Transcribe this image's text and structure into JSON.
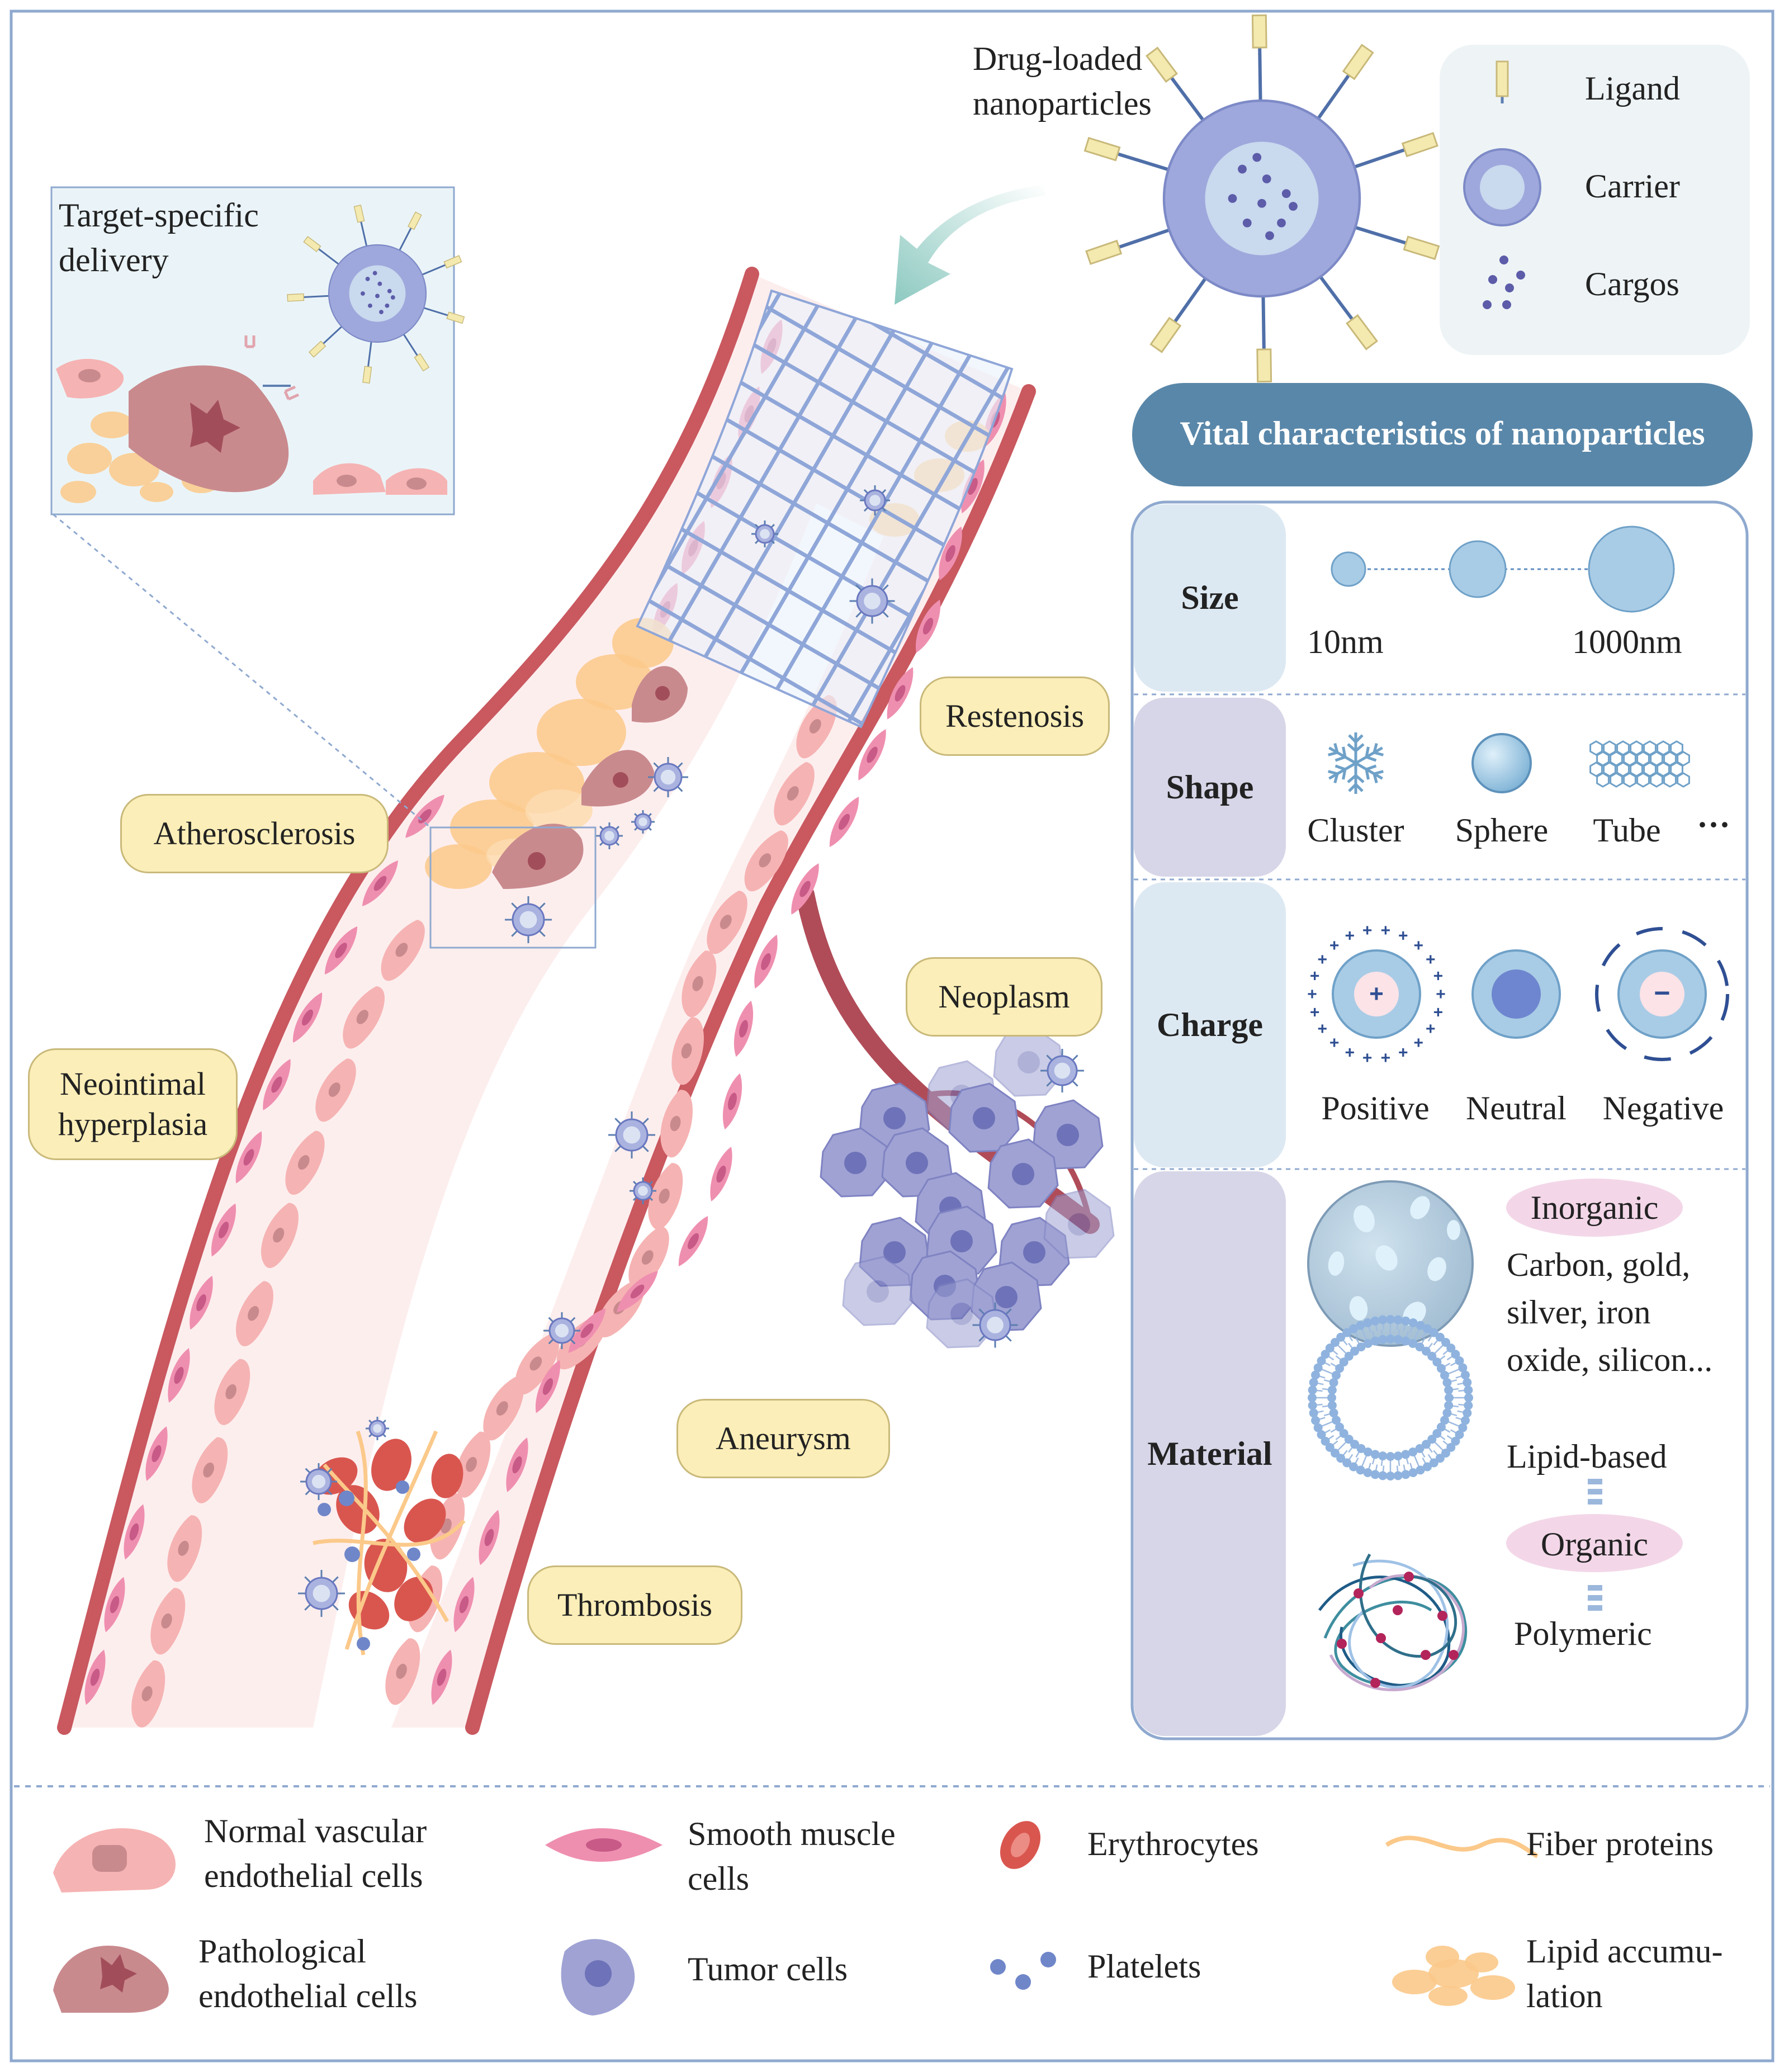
{
  "diagram": {
    "zoom_title": "Target-specific\ndelivery",
    "nanoparticle_title": "Drug-loaded\nnanoparticles",
    "component_legend": [
      "Ligand",
      "Carrier",
      "Cargos"
    ],
    "characteristics_header": "Vital characteristics of nanoparticles",
    "disease_labels": {
      "atherosclerosis": "Atherosclerosis",
      "restenosis": "Restenosis",
      "neoplasm": "Neoplasm",
      "neointimal": "Neointimal\nhyperplasia",
      "aneurysm": "Aneurysm",
      "thrombosis": "Thrombosis"
    },
    "rows": {
      "size": {
        "label": "Size",
        "min": "10nm",
        "max": "1000nm"
      },
      "shape": {
        "label": "Shape",
        "items": [
          "Cluster",
          "Sphere",
          "Tube"
        ],
        "more": "···"
      },
      "charge": {
        "label": "Charge",
        "items": [
          "Positive",
          "Neutral",
          "Negative"
        ],
        "plus": "+",
        "minus": "−"
      },
      "material": {
        "label": "Material",
        "inorganic_tag": "Inorganic",
        "inorganic_text": "Carbon, gold,\nsilver, iron\noxide, silicon...",
        "lipid": "Lipid-based",
        "organic_tag": "Organic",
        "polymeric": "Polymeric"
      }
    },
    "cell_legend": [
      "Normal vascular\nendothelial cells",
      "Smooth muscle\ncells",
      "Erythrocytes",
      "Fiber proteins",
      "Pathological\nendothelial cells",
      "Tumor cells",
      "Platelets",
      "Lipid accumu-\nlation"
    ],
    "colors": {
      "vessel_wall": "#c9585f",
      "endothelial": "#f6b3b3",
      "pathological": "#c98a8e",
      "smooth_muscle": "#ef8fb0",
      "tumor": "#9fa2d3",
      "lipid": "#fbc98a",
      "nanoparticle": "#9fa8dc",
      "ligand": "#f4eab0",
      "panel_header": "#5987a9",
      "panel_border": "#8fa9cf"
    }
  }
}
